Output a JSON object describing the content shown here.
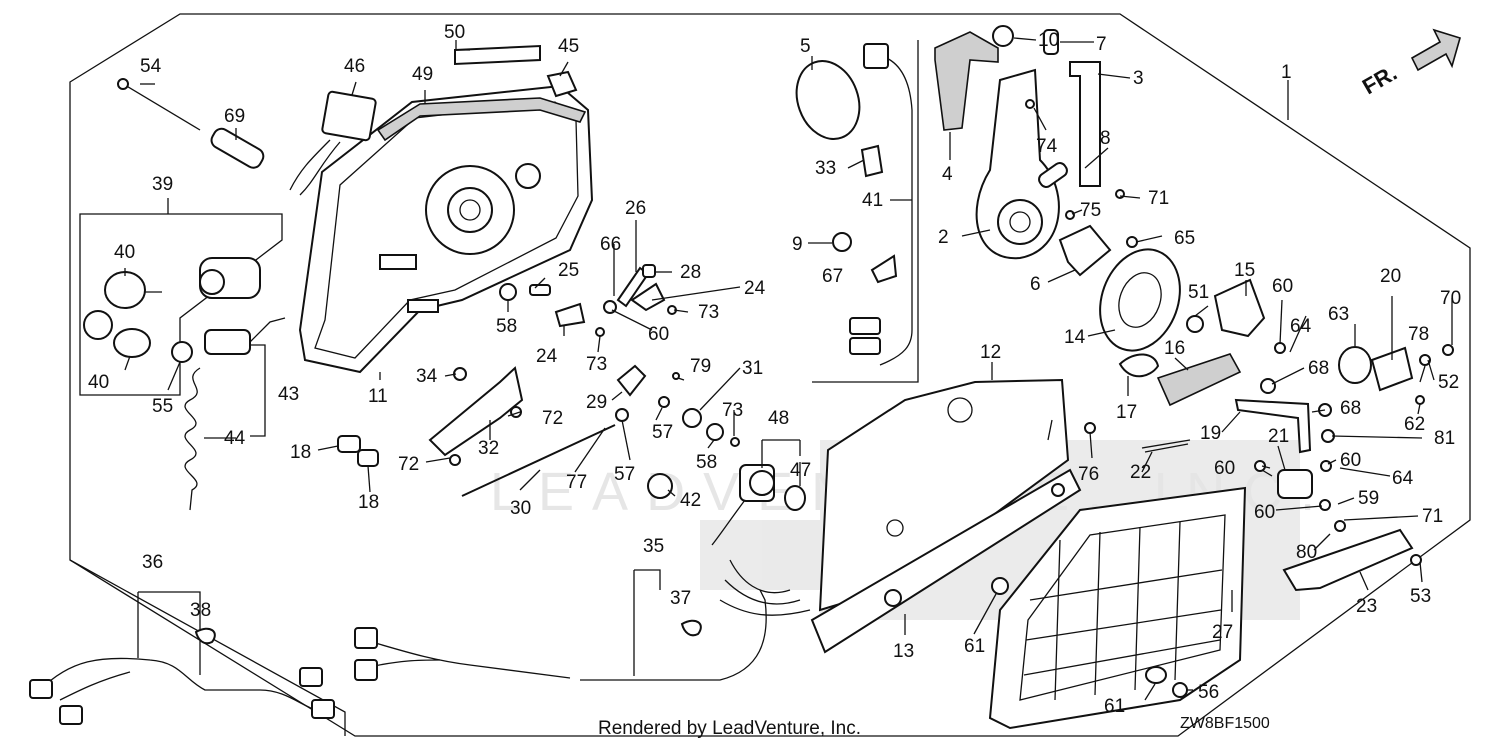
{
  "orientation_mark": "FR.",
  "watermark": "LEADVENTURE, INC.",
  "footer_text": "Rendered by LeadVenture, Inc.",
  "diagram_code": "ZW8BF1500",
  "callouts": {
    "c1": "1",
    "c2": "2",
    "c3": "3",
    "c4": "4",
    "c5": "5",
    "c6": "6",
    "c7": "7",
    "c8": "8",
    "c9": "9",
    "c10": "10",
    "c11": "11",
    "c12": "12",
    "c13": "13",
    "c14": "14",
    "c15": "15",
    "c16": "16",
    "c17": "17",
    "c18a": "18",
    "c18b": "18",
    "c19": "19",
    "c20": "20",
    "c21": "21",
    "c22": "22",
    "c23": "23",
    "c24a": "24",
    "c24b": "24",
    "c25": "25",
    "c26": "26",
    "c27": "27",
    "c28": "28",
    "c29": "29",
    "c30": "30",
    "c31": "31",
    "c32": "32",
    "c33": "33",
    "c34": "34",
    "c35": "35",
    "c36": "36",
    "c37": "37",
    "c38": "38",
    "c39": "39",
    "c40a": "40",
    "c40b": "40",
    "c41": "41",
    "c42": "42",
    "c43": "43",
    "c44": "44",
    "c45": "45",
    "c46": "46",
    "c47": "47",
    "c48": "48",
    "c49": "49",
    "c50": "50",
    "c51": "51",
    "c52": "52",
    "c53": "53",
    "c54": "54",
    "c55": "55",
    "c56": "56",
    "c57a": "57",
    "c57b": "57",
    "c58a": "58",
    "c58b": "58",
    "c59": "59",
    "c60a": "60",
    "c60b": "60",
    "c60c": "60",
    "c60d": "60",
    "c60e": "60",
    "c61a": "61",
    "c61b": "61",
    "c62": "62",
    "c63": "63",
    "c64a": "64",
    "c64b": "64",
    "c65": "65",
    "c66": "66",
    "c67": "67",
    "c68a": "68",
    "c68b": "68",
    "c69": "69",
    "c70": "70",
    "c71a": "71",
    "c71b": "71",
    "c72a": "72",
    "c72b": "72",
    "c73a": "73",
    "c73b": "73",
    "c73c": "73",
    "c74": "74",
    "c75": "75",
    "c76": "76",
    "c77": "77",
    "c78": "78",
    "c79": "79",
    "c80": "80",
    "c81": "81"
  }
}
